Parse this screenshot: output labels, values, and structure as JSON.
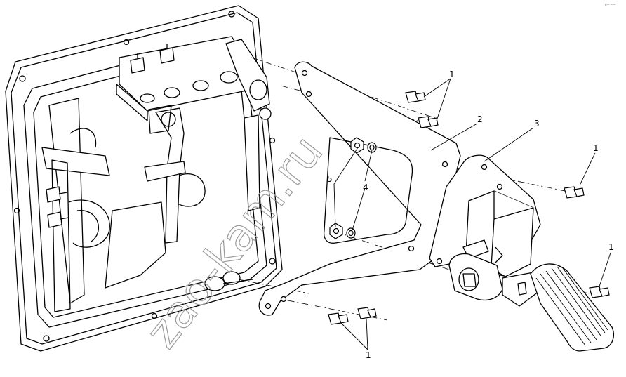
{
  "callouts": {
    "c1_top": "1",
    "c2": "2",
    "c3": "3",
    "c1_right_upper": "1",
    "c5": "5",
    "c4": "4",
    "c1_right_lower": "1",
    "c1_bottom": "1"
  },
  "watermark": "zao-kam.ru",
  "corner_mark": "e— ——"
}
